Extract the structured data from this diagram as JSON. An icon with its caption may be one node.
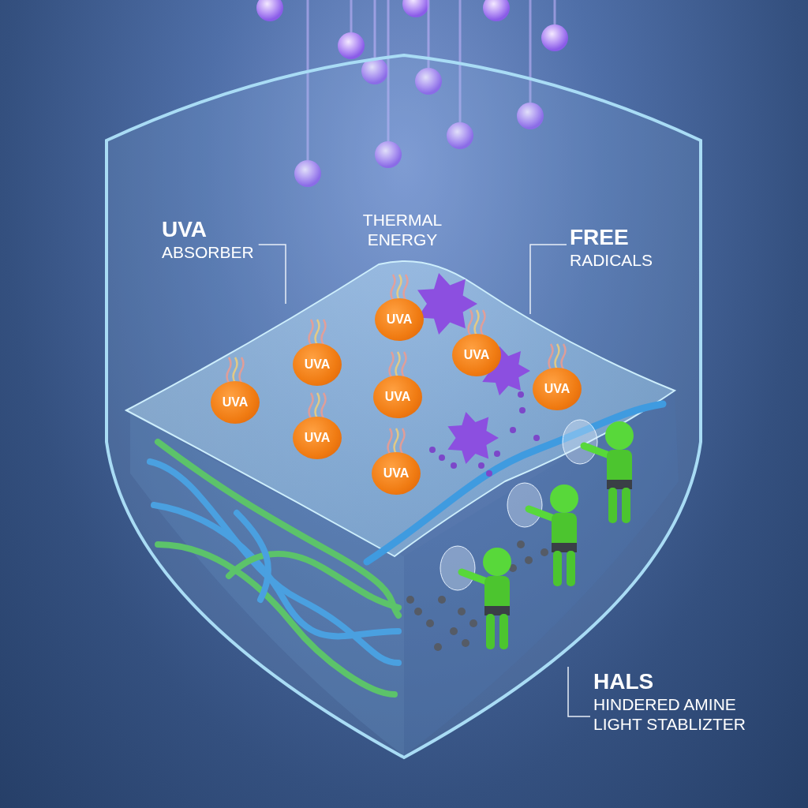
{
  "diagram": {
    "nodes": [
      {
        "text": [
          "UVA",
          "ABSORBER"
        ]
      },
      {
        "text": [
          "FREE",
          "RADICALS"
        ]
      },
      {
        "text": [
          "HALS",
          "HINDERED AMINE LIGHT STABLIZTER"
        ]
      },
      {
        "text": [
          "UVA"
        ]
      },
      {
        "text": [
          "UVA"
        ]
      },
      {
        "text": [
          "UVA"
        ]
      },
      {
        "text": [
          "UVA"
        ]
      },
      {
        "text": [
          "UVA"
        ]
      },
      {
        "text": [
          "UVA"
        ]
      },
      {
        "text": [
          "UVA"
        ]
      },
      {
        "text": [
          "UVA"
        ]
      }
    ],
    "edges": [
      {
        "from": 0,
        "to": null,
        "arrow": "none"
      },
      {
        "from": 1,
        "to": null,
        "arrow": "none"
      },
      {
        "from": 2,
        "to": null,
        "arrow": "none"
      }
    ],
    "labels": [
      "THERMAL ENERGY"
    ]
  }
}
